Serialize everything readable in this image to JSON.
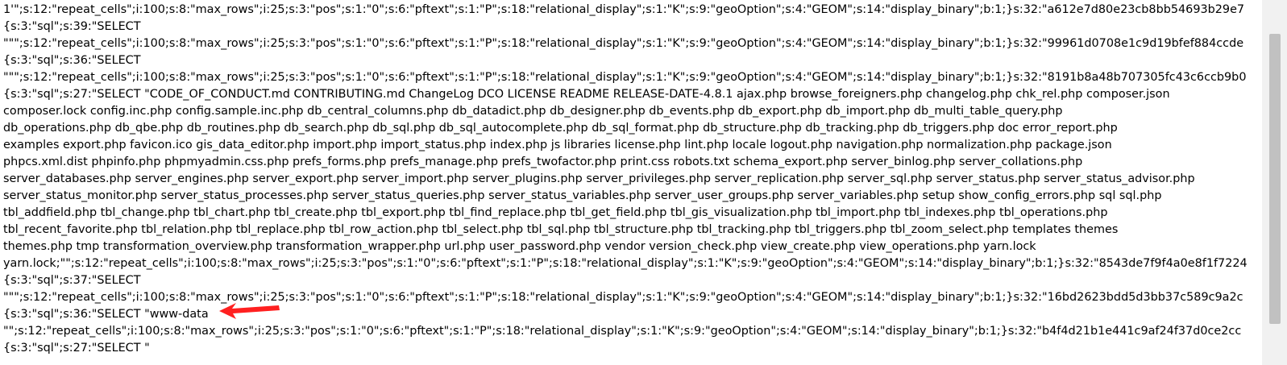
{
  "document": {
    "lines": [
      "1'\";s:12:\"repeat_cells\";i:100;s:8:\"max_rows\";i:25;s:3:\"pos\";s:1:\"0\";s:6:\"pftext\";s:1:\"P\";s:18:\"relational_display\";s:1:\"K\";s:9:\"geoOption\";s:4:\"GEOM\";s:14:\"display_binary\";b:1;}s:32:\"a612e7d80e23cb8bb54693b29e7",
      "{s:3:\"sql\";s:39:\"SELECT",
      "\"\"\";s:12:\"repeat_cells\";i:100;s:8:\"max_rows\";i:25;s:3:\"pos\";s:1:\"0\";s:6:\"pftext\";s:1:\"P\";s:18:\"relational_display\";s:1:\"K\";s:9:\"geoOption\";s:4:\"GEOM\";s:14:\"display_binary\";b:1;}s:32:\"99961d0708e1c9d19bfef884ccde",
      "{s:3:\"sql\";s:36:\"SELECT",
      "\"\"\";s:12:\"repeat_cells\";i:100;s:8:\"max_rows\";i:25;s:3:\"pos\";s:1:\"0\";s:6:\"pftext\";s:1:\"P\";s:18:\"relational_display\";s:1:\"K\";s:9:\"geoOption\";s:4:\"GEOM\";s:14:\"display_binary\";b:1;}s:32:\"8191b8a48b707305fc43c6ccb9b0",
      "{s:3:\"sql\";s:27:\"SELECT \"CODE_OF_CONDUCT.md CONTRIBUTING.md ChangeLog DCO LICENSE README RELEASE-DATE-4.8.1 ajax.php browse_foreigners.php changelog.php chk_rel.php composer.json",
      "composer.lock config.inc.php config.sample.inc.php db_central_columns.php db_datadict.php db_designer.php db_events.php db_export.php db_import.php db_multi_table_query.php",
      "db_operations.php db_qbe.php db_routines.php db_search.php db_sql.php db_sql_autocomplete.php db_sql_format.php db_structure.php db_tracking.php db_triggers.php doc error_report.php",
      "examples export.php favicon.ico gis_data_editor.php import.php import_status.php index.php js libraries license.php lint.php locale logout.php navigation.php normalization.php package.json",
      "phpcs.xml.dist phpinfo.php phpmyadmin.css.php prefs_forms.php prefs_manage.php prefs_twofactor.php print.css robots.txt schema_export.php server_binlog.php server_collations.php",
      "server_databases.php server_engines.php server_export.php server_import.php server_plugins.php server_privileges.php server_replication.php server_sql.php server_status.php server_status_advisor.php",
      "server_status_monitor.php server_status_processes.php server_status_queries.php server_status_variables.php server_user_groups.php server_variables.php setup show_config_errors.php sql sql.php",
      "tbl_addfield.php tbl_change.php tbl_chart.php tbl_create.php tbl_export.php tbl_find_replace.php tbl_get_field.php tbl_gis_visualization.php tbl_import.php tbl_indexes.php tbl_operations.php",
      "tbl_recent_favorite.php tbl_relation.php tbl_replace.php tbl_row_action.php tbl_select.php tbl_sql.php tbl_structure.php tbl_tracking.php tbl_triggers.php tbl_zoom_select.php templates themes",
      "themes.php tmp transformation_overview.php transformation_wrapper.php url.php user_password.php vendor version_check.php view_create.php view_operations.php yarn.lock",
      "yarn.lock;\"\";s:12:\"repeat_cells\";i:100;s:8:\"max_rows\";i:25;s:3:\"pos\";s:1:\"0\";s:6:\"pftext\";s:1:\"P\";s:18:\"relational_display\";s:1:\"K\";s:9:\"geoOption\";s:4:\"GEOM\";s:14:\"display_binary\";b:1;}s:32:\"8543de7f9f4a0e8f1f7224",
      "{s:3:\"sql\";s:37:\"SELECT",
      "\"\"\";s:12:\"repeat_cells\";i:100;s:8:\"max_rows\";i:25;s:3:\"pos\";s:1:\"0\";s:6:\"pftext\";s:1:\"P\";s:18:\"relational_display\";s:1:\"K\";s:9:\"geoOption\";s:4:\"GEOM\";s:14:\"display_binary\";b:1;}s:32:\"16bd2623bdd5d3bb37c589c9a2c",
      "{s:3:\"sql\";s:36:\"SELECT \"www-data",
      "\"\";s:12:\"repeat_cells\";i:100;s:8:\"max_rows\";i:25;s:3:\"pos\";s:1:\"0\";s:6:\"pftext\";s:1:\"P\";s:18:\"relational_display\";s:1:\"K\";s:9:\"geoOption\";s:4:\"GEOM\";s:14:\"display_binary\";b:1;}s:32:\"b4f4d21b1e441c9af24f37d0ce2cc",
      "{s:3:\"sql\";s:27:\"SELECT \""
    ]
  },
  "annotation": {
    "arrow_color": "#ff2020"
  },
  "colors": {
    "background": "#ffffff",
    "text": "#000000",
    "scrollbar_track": "#f1f1f1",
    "scrollbar_thumb": "#c1c1c1"
  }
}
